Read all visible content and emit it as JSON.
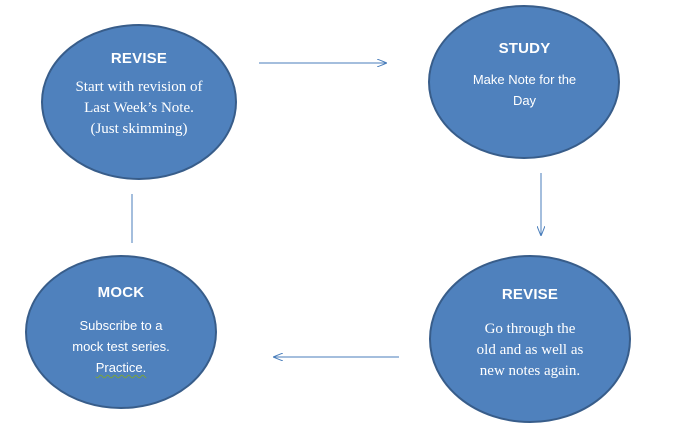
{
  "colors": {
    "node_fill": "#4f81bd",
    "node_stroke": "#385d8a",
    "arrow": "#4a7ebb",
    "text": "#ffffff"
  },
  "nodes": {
    "revise_top": {
      "title": "REVISE",
      "lines": [
        "Start with revision of",
        "Last Week’s Note.",
        "(Just skimming)"
      ]
    },
    "study": {
      "title": "STUDY",
      "lines": [
        "Make Note for the",
        "Day"
      ]
    },
    "revise_bottom": {
      "title": "REVISE",
      "lines": [
        "Go through the",
        "old and as well as",
        "new notes again."
      ]
    },
    "mock": {
      "title": "MOCK",
      "lines": [
        "Subscribe to a",
        "mock test series.",
        "Practice."
      ]
    }
  }
}
